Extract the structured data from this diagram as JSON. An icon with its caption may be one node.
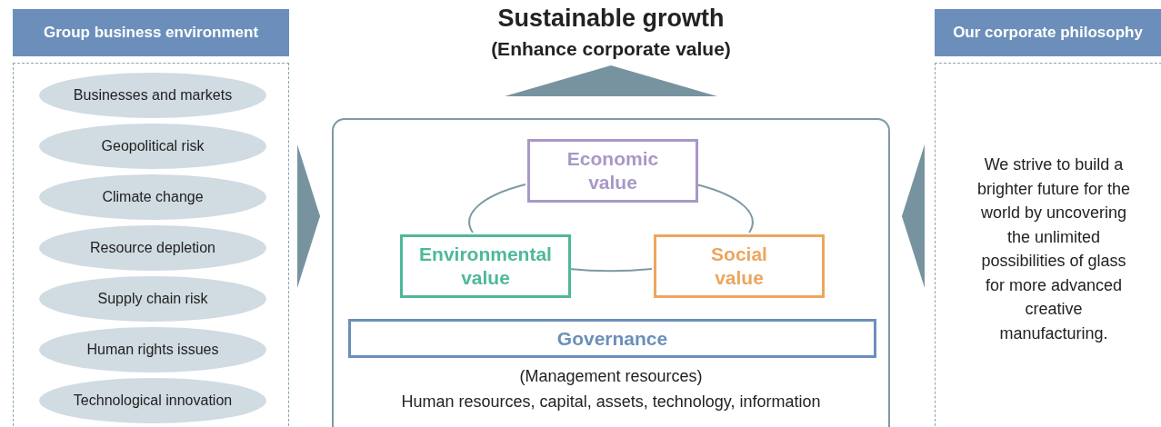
{
  "diagram": {
    "nodes": [
      {
        "text": [
          "Group business environment"
        ]
      },
      {
        "text": [],
        "shape": "box"
      },
      {
        "text": [
          "Businesses and markets"
        ],
        "in": 1
      },
      {
        "text": [
          "Geopolitical risk"
        ],
        "in": 1
      },
      {
        "text": [
          "Climate change"
        ],
        "in": 1
      },
      {
        "text": [
          "Resource depletion"
        ],
        "in": 1
      },
      {
        "text": [
          "Supply chain risk"
        ],
        "in": 1
      },
      {
        "text": [
          "Human rights issues"
        ],
        "in": 1
      },
      {
        "text": [
          "Technological innovation"
        ],
        "in": 1
      },
      {
        "text": [
          "(Management resources)",
          "Human resources, capital, assets, technology, information"
        ]
      },
      {
        "text": [
          "Economic value"
        ],
        "in": 9
      },
      {
        "text": [
          "Environmental value"
        ],
        "in": 9
      },
      {
        "text": [
          "Social value"
        ],
        "in": 9
      },
      {
        "text": [
          "Governance"
        ],
        "in": 9
      },
      {
        "text": [
          "Our corporate philosophy"
        ]
      },
      {
        "text": [
          "We strive to build a brighter future for the world by uncovering the unlimited possibilities of glass for more advanced creative manufacturing."
        ]
      },
      {
        "text": [
          "Sustainable growth",
          "(Enhance corporate value)"
        ]
      }
    ],
    "edges": [
      {
        "from": 1,
        "to": 9,
        "arrow": "to"
      },
      {
        "from": 15,
        "to": 9,
        "arrow": "to"
      },
      {
        "from": 9,
        "to": 16,
        "arrow": "to"
      },
      {
        "from": 10,
        "to": 11,
        "arrow": "none"
      },
      {
        "from": 10,
        "to": 12,
        "arrow": "none"
      },
      {
        "from": 11,
        "to": 12,
        "arrow": "none"
      }
    ]
  }
}
